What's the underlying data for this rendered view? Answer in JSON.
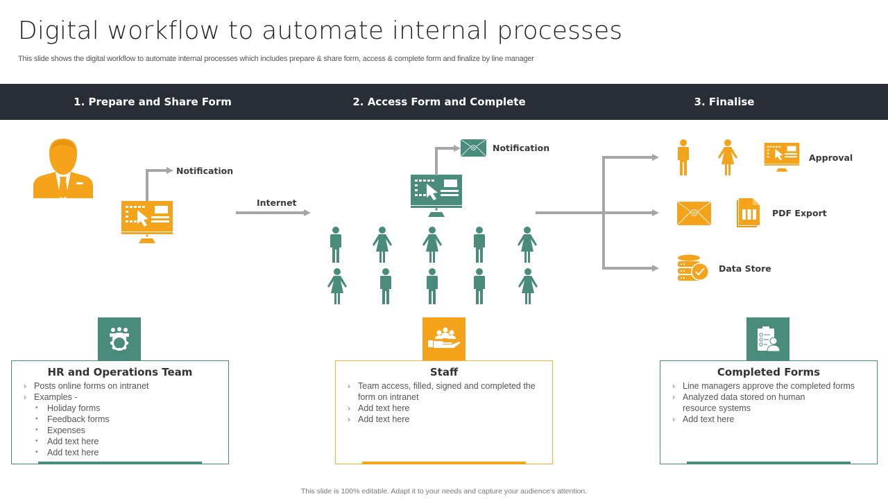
{
  "header": {
    "title": "Digital workflow to automate internal processes",
    "subtitle": "This slide shows the digital workflow to automate internal processes which includes prepare & share form, access & complete form and finalize by line manager"
  },
  "phases": [
    {
      "label": "1. Prepare and Share Form"
    },
    {
      "label": "2. Access  Form and Complete"
    },
    {
      "label": "3. Finalise"
    }
  ],
  "diagram": {
    "step1": {
      "notification_label": "Notification",
      "connector_label": "Internet"
    },
    "step2": {
      "notification_label": "Notification",
      "staff_count": 10
    },
    "step3": {
      "outputs": [
        {
          "label": "Approval",
          "icons": [
            "male-person-icon",
            "female-person-icon",
            "monitor-form-icon"
          ]
        },
        {
          "label": "PDF Export",
          "icons": [
            "envelope-icon",
            "document-icon"
          ]
        },
        {
          "label": "Data Store",
          "icons": [
            "database-check-icon"
          ]
        }
      ]
    }
  },
  "cards": [
    {
      "title": "HR and Operations Team",
      "icon": "team-gear-icon",
      "items": [
        {
          "level": 1,
          "text": "Posts online forms on intranet"
        },
        {
          "level": 1,
          "text": "Examples -"
        },
        {
          "level": 2,
          "text": "Holiday forms"
        },
        {
          "level": 2,
          "text": "Feedback forms"
        },
        {
          "level": 2,
          "text": "Expenses"
        },
        {
          "level": 2,
          "text": "Add text here"
        },
        {
          "level": 2,
          "text": "Add text here"
        }
      ]
    },
    {
      "title": "Staff",
      "icon": "hand-people-icon",
      "items": [
        {
          "level": 1,
          "text": "Team access, filled, signed and completed the form on intranet"
        },
        {
          "level": 1,
          "text": "Add text here"
        },
        {
          "level": 1,
          "text": "Add text here"
        }
      ]
    },
    {
      "title": "Completed Forms",
      "icon": "clipboard-checklist-icon",
      "items": [
        {
          "level": 1,
          "text": "Line managers approve  the completed forms"
        },
        {
          "level": 1,
          "text": "Analyzed data stored on human resource systems"
        },
        {
          "level": 1,
          "text": "Add text here"
        }
      ]
    }
  ],
  "colors": {
    "orange": "#f5a31a",
    "teal": "#4a8c7c",
    "dark_bar": "#282d36",
    "arrow_gray": "#a6a6a6"
  },
  "footer": {
    "note": "This slide is 100% editable.  Adapt it to your needs and capture your audience's attention."
  }
}
